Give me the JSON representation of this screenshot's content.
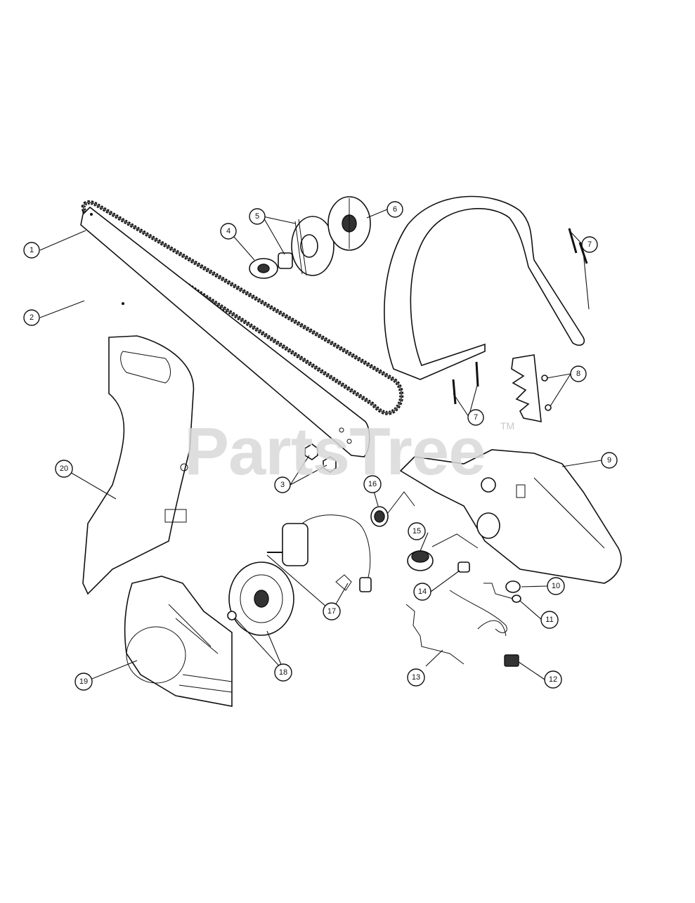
{
  "watermark": {
    "text": "PartsTree",
    "trademark": "TM"
  },
  "callouts": [
    {
      "id": "c1",
      "label": "1"
    },
    {
      "id": "c2",
      "label": "2"
    },
    {
      "id": "c3",
      "label": "3"
    },
    {
      "id": "c4",
      "label": "4"
    },
    {
      "id": "c5",
      "label": "5"
    },
    {
      "id": "c6",
      "label": "6"
    },
    {
      "id": "c7a",
      "label": "7"
    },
    {
      "id": "c7b",
      "label": "7"
    },
    {
      "id": "c8",
      "label": "8"
    },
    {
      "id": "c9",
      "label": "9"
    },
    {
      "id": "c10",
      "label": "10"
    },
    {
      "id": "c11",
      "label": "11"
    },
    {
      "id": "c12",
      "label": "12"
    },
    {
      "id": "c13",
      "label": "13"
    },
    {
      "id": "c14",
      "label": "14"
    },
    {
      "id": "c15",
      "label": "15"
    },
    {
      "id": "c16",
      "label": "16"
    },
    {
      "id": "c17",
      "label": "17"
    },
    {
      "id": "c18",
      "label": "18"
    },
    {
      "id": "c19",
      "label": "19"
    },
    {
      "id": "c20",
      "label": "20"
    }
  ]
}
